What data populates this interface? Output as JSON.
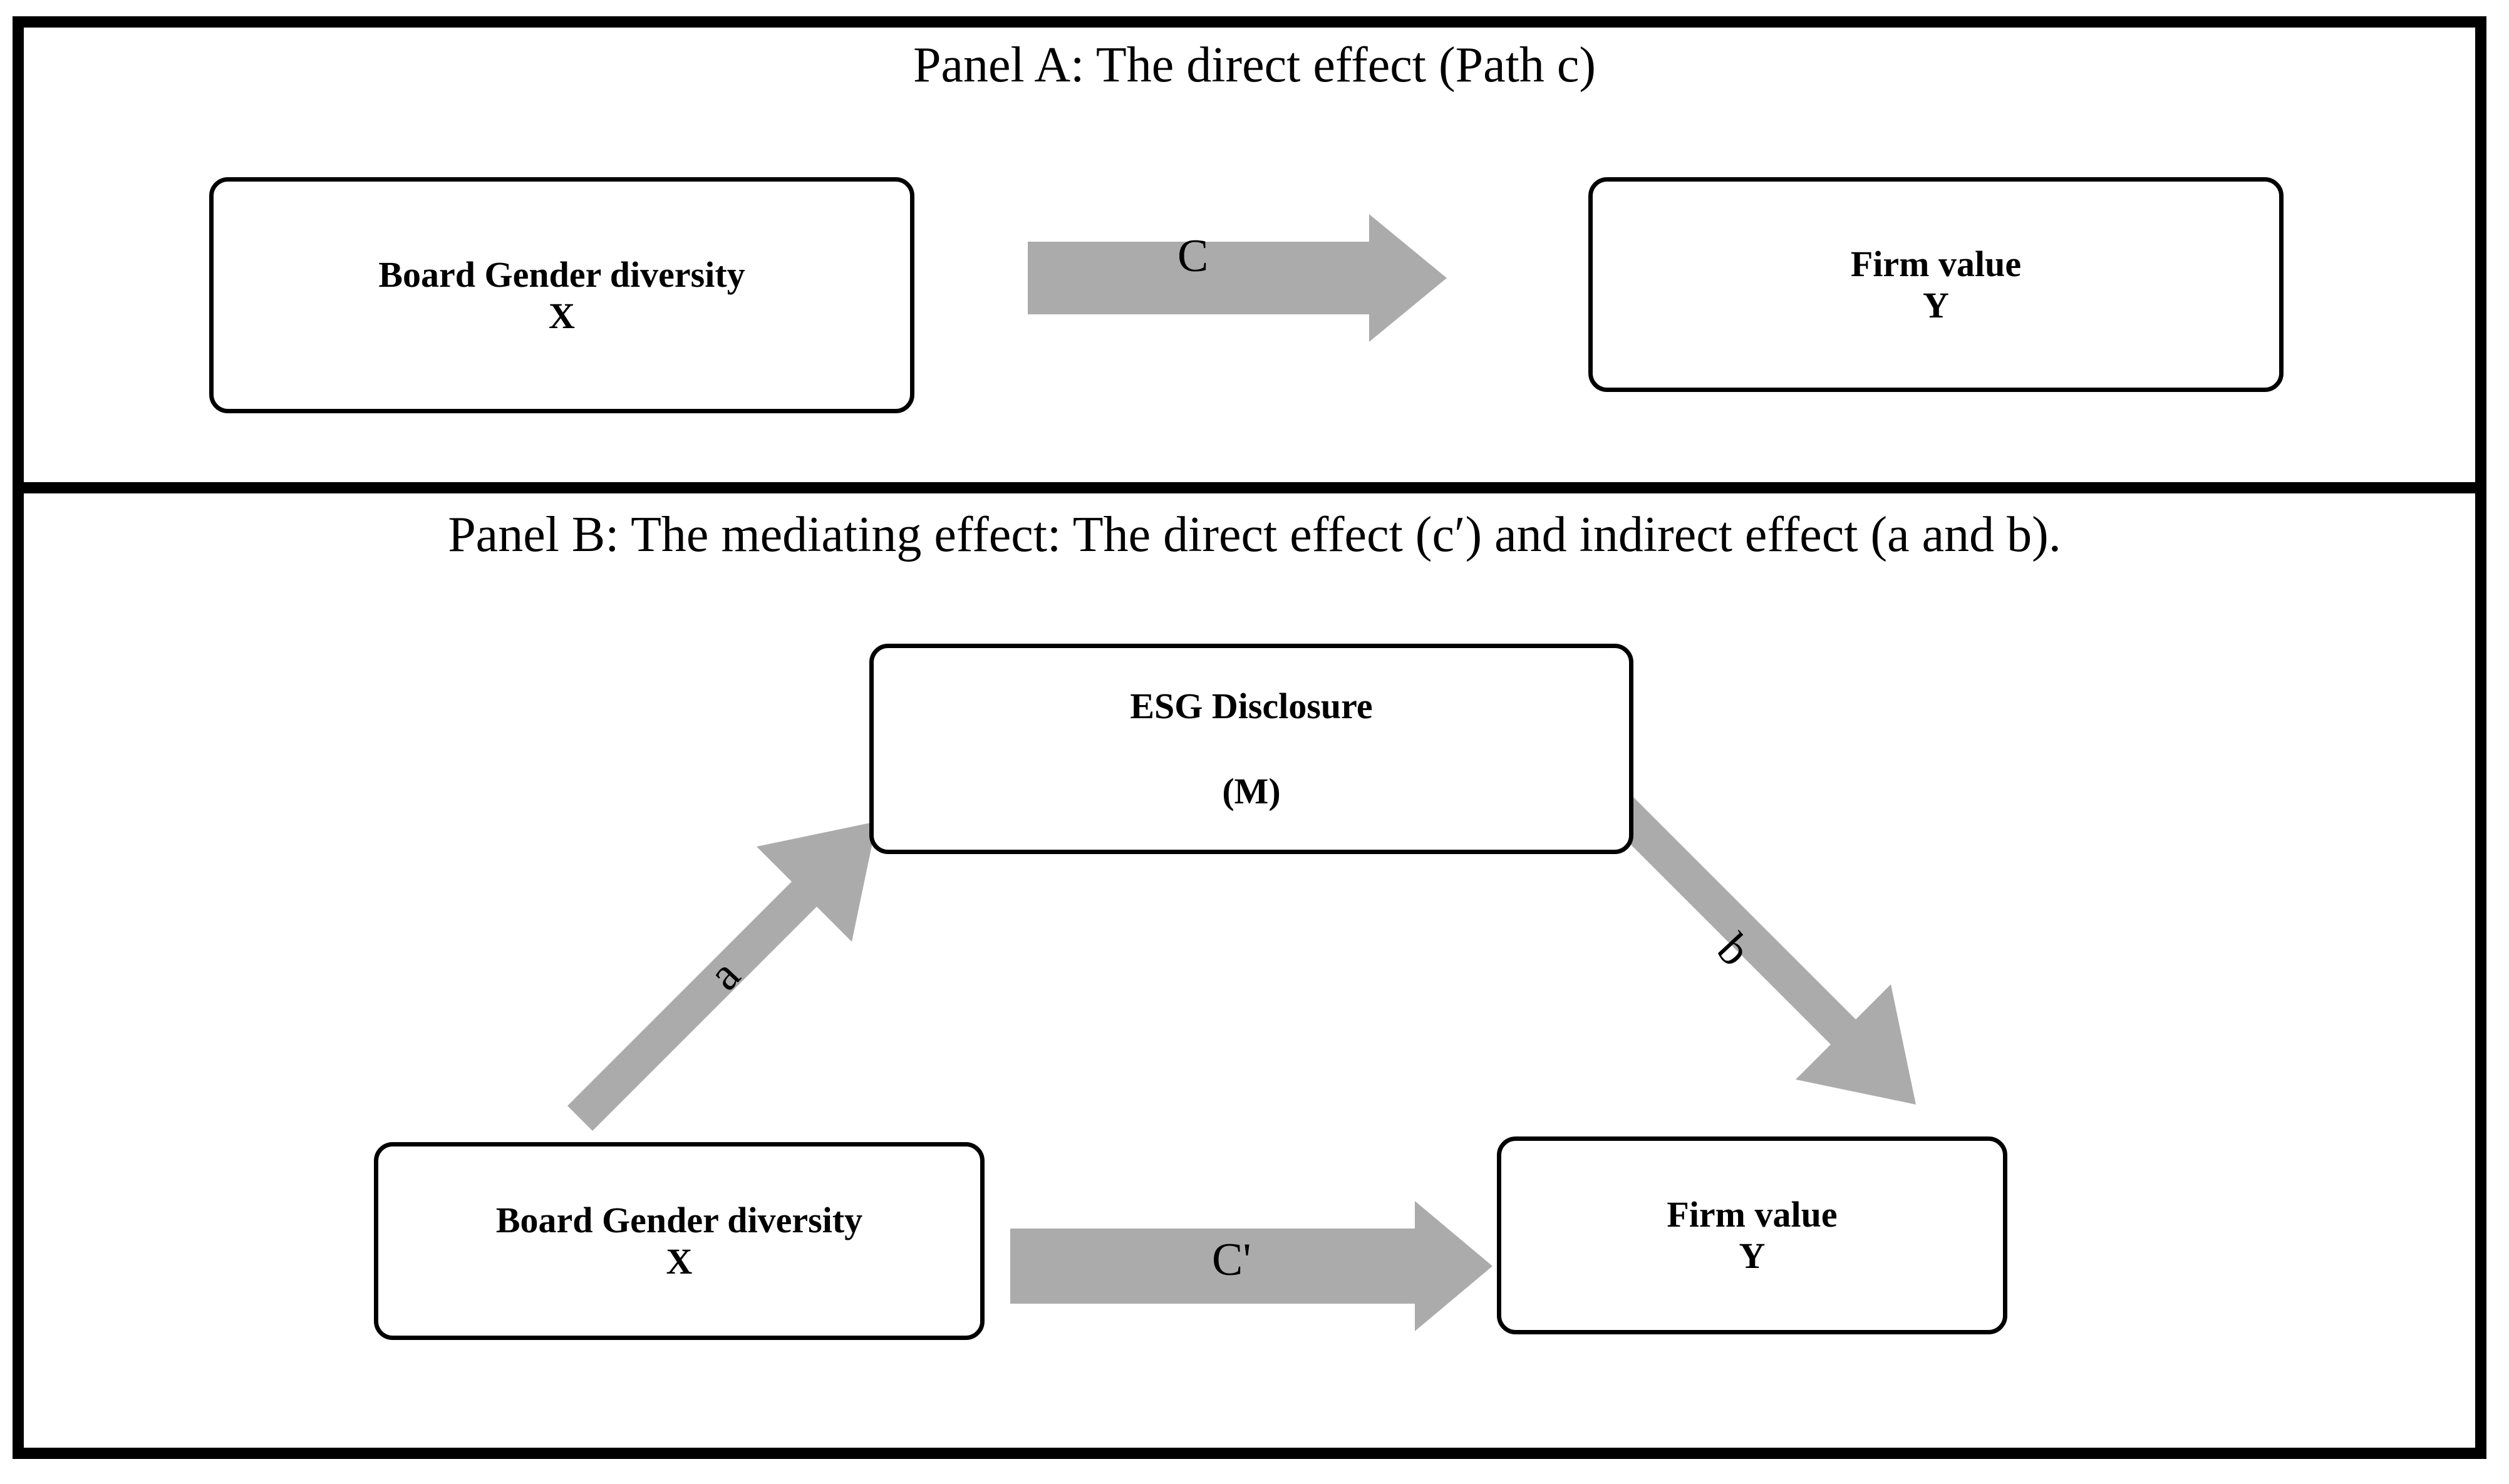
{
  "figure": {
    "background_color": "#ffffff",
    "frame_color": "#000000",
    "arrow_color": "#ABABAB"
  },
  "panel_a": {
    "title": "Panel A: The direct effect (Path c)",
    "boxes": [
      {
        "name": "independent-variable",
        "line1": "Board Gender diversity",
        "line2": "X"
      },
      {
        "name": "dependent-variable",
        "line1": "Firm value",
        "line2": "Y"
      }
    ],
    "arrow": {
      "name": "path-c-arrow",
      "label": "C",
      "direction": "right"
    }
  },
  "panel_b": {
    "title": "Panel B: The mediating effect: The direct effect (c′) and indirect effect (a and b).",
    "boxes": [
      {
        "name": "mediator-variable",
        "line1": "ESG Disclosure",
        "line2": "(M)"
      },
      {
        "name": "independent-variable",
        "line1": "Board Gender diversity",
        "line2": "X"
      },
      {
        "name": "dependent-variable",
        "line1": "Firm value",
        "line2": "Y"
      }
    ],
    "arrows": [
      {
        "name": "path-a-arrow",
        "label": "a",
        "direction": "up-right"
      },
      {
        "name": "path-b-arrow",
        "label": "b",
        "direction": "down-right"
      },
      {
        "name": "path-c-prime-arrow",
        "label": "C'",
        "direction": "right"
      }
    ]
  }
}
